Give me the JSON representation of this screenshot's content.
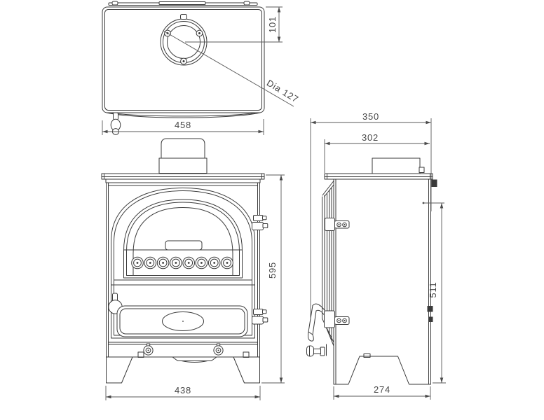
{
  "drawing": {
    "views": {
      "top": {
        "name": "top-view"
      },
      "front": {
        "name": "front-view"
      },
      "side": {
        "name": "side-view"
      }
    },
    "dimensions": {
      "flue_centre_from_back": "101",
      "flue_diameter": "Dia 127",
      "top_plate_width": "458",
      "overall_height": "595",
      "base_width": "438",
      "overall_depth": "350",
      "top_plate_depth": "302",
      "rear_flue_height": "511",
      "base_depth": "274"
    },
    "colors": {
      "background": "#ffffff",
      "line": "#3a3a3a",
      "dimension": "#4a4a4a"
    }
  }
}
